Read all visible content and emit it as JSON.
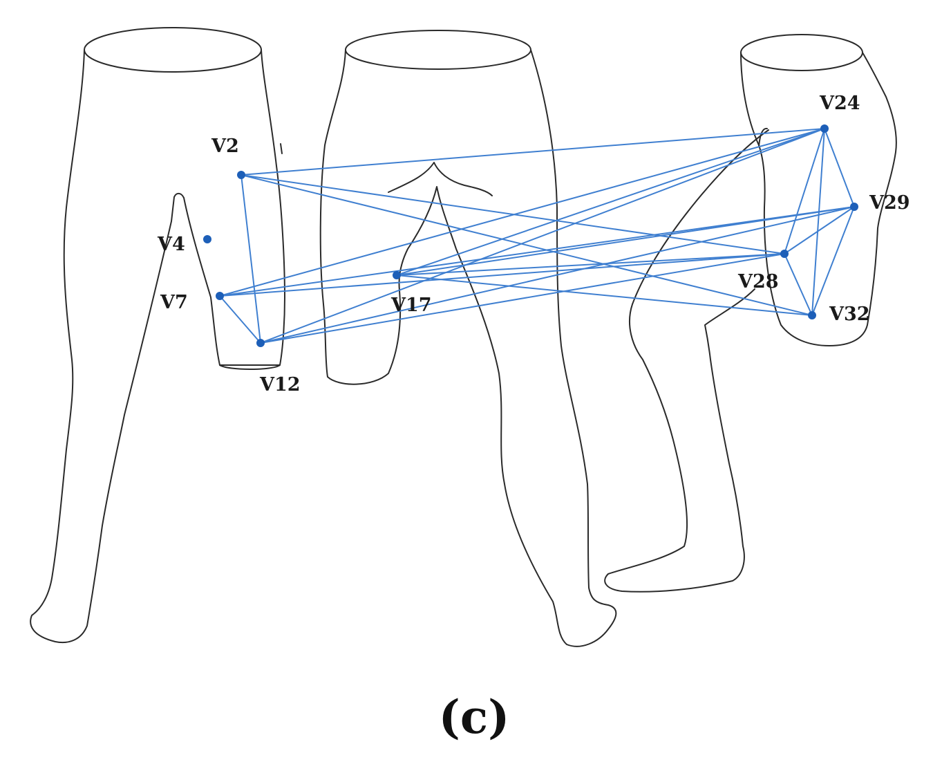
{
  "figure": {
    "caption": "(c)",
    "edge_color": "#3f7fd0",
    "node_color": "#1d5fb8",
    "outline_color": "#2a2a2a",
    "views": [
      "front-view-legs",
      "back-view-legs",
      "side-view-leg"
    ],
    "vertices": [
      {
        "id": "V2",
        "label": "V2"
      },
      {
        "id": "V4",
        "label": "V4"
      },
      {
        "id": "V7",
        "label": "V7"
      },
      {
        "id": "V12",
        "label": "V12"
      },
      {
        "id": "V17",
        "label": "V17"
      },
      {
        "id": "V24",
        "label": "V24"
      },
      {
        "id": "V28",
        "label": "V28"
      },
      {
        "id": "V29",
        "label": "V29"
      },
      {
        "id": "V32",
        "label": "V32"
      }
    ],
    "edges": [
      [
        "V2",
        "V12"
      ],
      [
        "V7",
        "V12"
      ],
      [
        "V2",
        "V24"
      ],
      [
        "V2",
        "V28"
      ],
      [
        "V2",
        "V32"
      ],
      [
        "V7",
        "V24"
      ],
      [
        "V7",
        "V28"
      ],
      [
        "V7",
        "V29"
      ],
      [
        "V12",
        "V24"
      ],
      [
        "V12",
        "V28"
      ],
      [
        "V12",
        "V29"
      ],
      [
        "V17",
        "V24"
      ],
      [
        "V17",
        "V28"
      ],
      [
        "V17",
        "V29"
      ],
      [
        "V17",
        "V32"
      ],
      [
        "V24",
        "V29"
      ],
      [
        "V24",
        "V28"
      ],
      [
        "V24",
        "V32"
      ],
      [
        "V28",
        "V29"
      ],
      [
        "V28",
        "V32"
      ],
      [
        "V29",
        "V32"
      ]
    ]
  }
}
